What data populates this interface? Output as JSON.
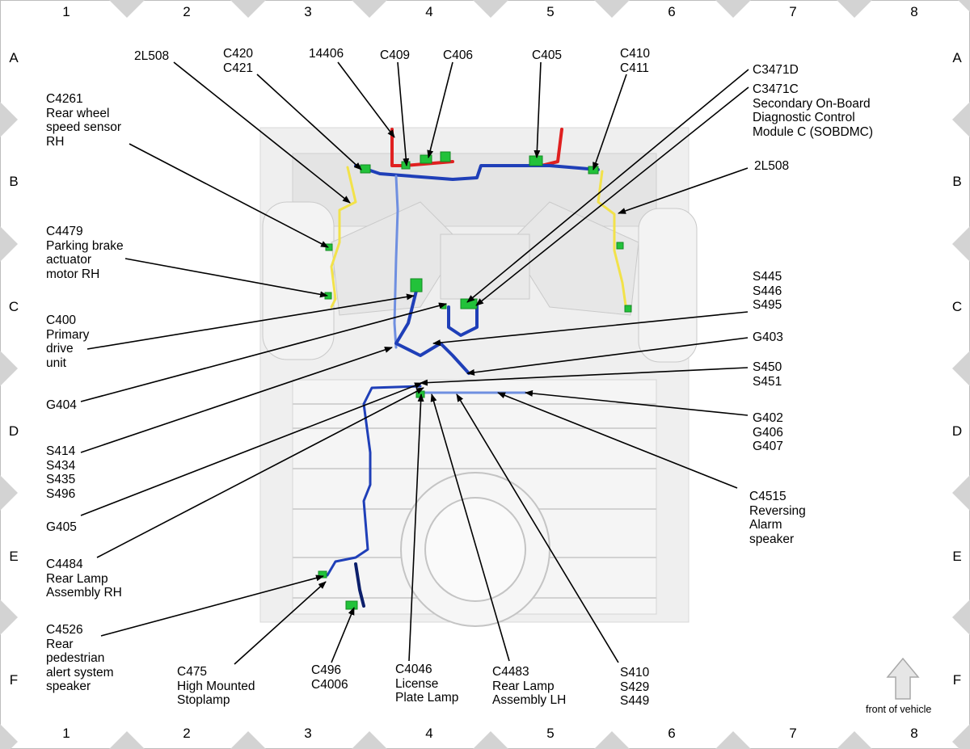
{
  "grid": {
    "columns": [
      "1",
      "2",
      "3",
      "4",
      "5",
      "6",
      "7",
      "8"
    ],
    "rows": [
      "A",
      "B",
      "C",
      "D",
      "E",
      "F"
    ]
  },
  "labels": {
    "l_2L508_top": "2L508",
    "l_C420": "C420\nC421",
    "l_14406": "14406",
    "l_C409": "C409",
    "l_C406": "C406",
    "l_C405": "C405",
    "l_C410": "C410\nC411",
    "l_C3471D": "C3471D",
    "l_C3471C": "C3471C\nSecondary On-Board\nDiagnostic Control\nModule C (SOBDMC)",
    "l_C4261": "C4261\nRear wheel\nspeed sensor\nRH",
    "l_2L508_right": "2L508",
    "l_C4479": "C4479\nParking brake\nactuator\nmotor RH",
    "l_S445": "S445\nS446\nS495",
    "l_C400": "C400\nPrimary\ndrive\nunit",
    "l_G403": "G403",
    "l_S450": "S450\nS451",
    "l_G404": "G404",
    "l_G402": "G402\nG406\nG407",
    "l_S414": "S414\nS434\nS435\nS496",
    "l_C4515": "C4515\nReversing\nAlarm\nspeaker",
    "l_G405": "G405",
    "l_C4484": "C4484\nRear Lamp\nAssembly RH",
    "l_C4526": "C4526\nRear\npedestrian\nalert system\nspeaker",
    "l_C475": "C475\nHigh Mounted\nStoplamp",
    "l_C496": "C496\nC4006",
    "l_C4046": "C4046\nLicense\nPlate Lamp",
    "l_C4483": "C4483\nRear Lamp\nAssembly LH",
    "l_S410": "S410\nS429\nS449"
  },
  "front_indicator": {
    "label": "front of vehicle",
    "icon": "up-arrow-icon"
  },
  "colors": {
    "harness_blue": "#1f3fb8",
    "harness_light_blue": "#6f8fe0",
    "harness_red": "#e02020",
    "harness_yellow": "#f2e24a",
    "connector_green": "#22c23a",
    "chassis_fill": "#ececec",
    "border_markers": "#d6d6d6"
  }
}
